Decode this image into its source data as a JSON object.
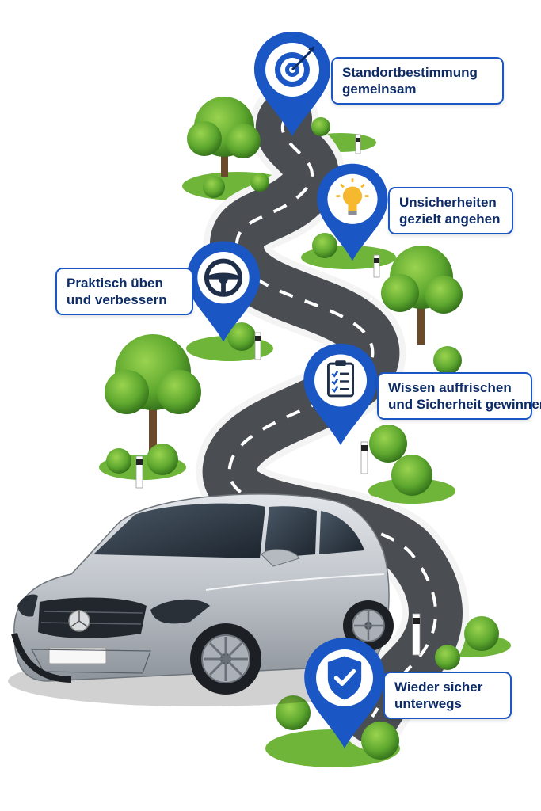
{
  "steps": [
    {
      "line1": "Standortbestimmung",
      "line2": "gemeinsam",
      "icon": "target-icon"
    },
    {
      "line1": "Unsicherheiten",
      "line2": "gezielt angehen",
      "icon": "lightbulb-icon"
    },
    {
      "line1": "Praktisch üben",
      "line2": "und verbessern",
      "icon": "steering-wheel-icon"
    },
    {
      "line1": "Wissen auffrischen",
      "line2": "und Sicherheit gewinnen",
      "icon": "checklist-icon"
    },
    {
      "line1": "Wieder sicher",
      "line2": "unterwegs",
      "icon": "shield-check-icon"
    }
  ],
  "colors": {
    "pin_blue": "#1a56c4",
    "label_text": "#0d2b66",
    "road": "#4a4d52",
    "foliage": "#5ea82f",
    "car_silver": "#c4c8cd"
  }
}
